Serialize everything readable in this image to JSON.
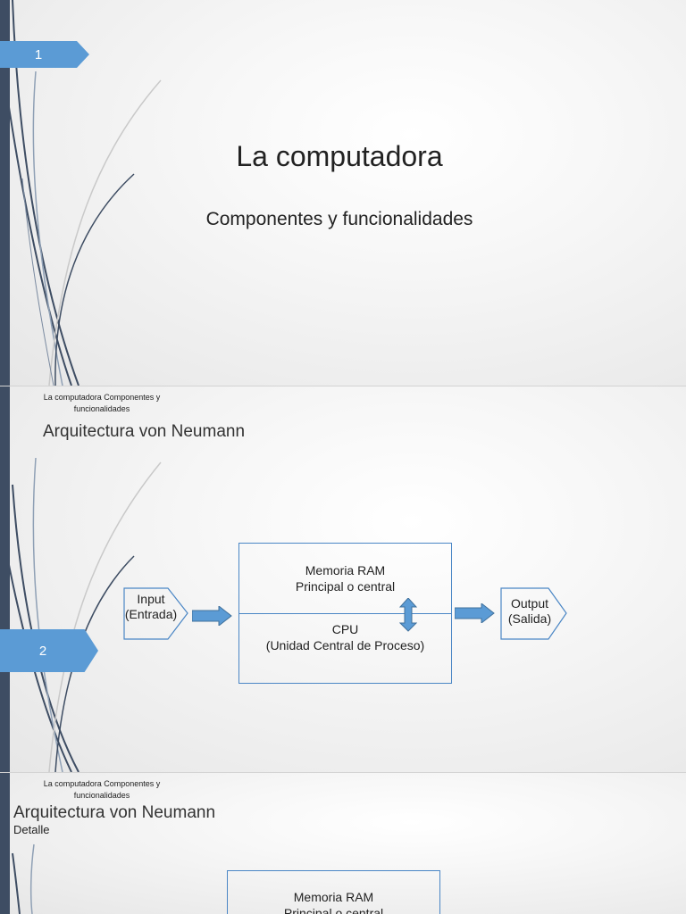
{
  "slide1": {
    "page_number": "1",
    "title": "La computadora",
    "subtitle": "Componentes y funcionalidades"
  },
  "slide2": {
    "footer_line1": "La computadora Componentes y",
    "footer_line2": "funcionalidades",
    "heading": "Arquitectura von Neumann",
    "page_number": "2",
    "input_label_line1": "Input",
    "input_label_line2": "(Entrada)",
    "memory_line1": "Memoria RAM",
    "memory_line2": "Principal o central",
    "cpu_line1": "CPU",
    "cpu_line2": "(Unidad Central de Proceso)",
    "output_label_line1": "Output",
    "output_label_line2": "(Salida)"
  },
  "slide3": {
    "footer_line1": "La computadora Componentes y",
    "footer_line2": "funcionalidades",
    "heading": "Arquitectura von Neumann",
    "subheading": "Detalle",
    "memory_line1": "Memoria RAM",
    "memory_line2": "Principal o central"
  },
  "colors": {
    "accent": "#5b9bd5",
    "sidebar": "#3e4d63",
    "box_border": "#4a86c5"
  }
}
